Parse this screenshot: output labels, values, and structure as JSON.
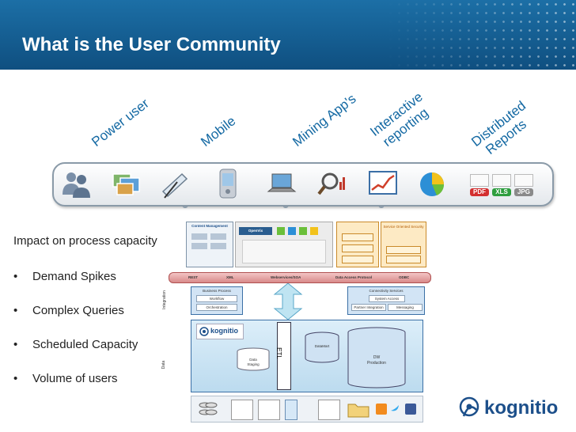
{
  "slide": {
    "title": "What is the User Community",
    "categories": {
      "power_user": "Power user",
      "mobile": "Mobile",
      "mining_apps": "Mining App's",
      "interactive_1": "Interactive",
      "interactive_2": "reporting",
      "distributed_1": "Distributed",
      "distributed_2": "Reports"
    },
    "impact_heading": "Impact on process capacity",
    "bullet": "•",
    "bullets": [
      "Demand Spikes",
      "Complex Queries",
      "Scheduled Capacity",
      "Volume of users"
    ],
    "report_formats": [
      "PDF",
      "XLS",
      "JPG"
    ],
    "colors": {
      "header": "#1a65a0",
      "category_text": "#1469a3",
      "brand": "#1c4f8a"
    },
    "icons": [
      "users-icon",
      "photos-icon",
      "tablet-icon",
      "pda-icon",
      "laptop-icon",
      "magnifier-chart-icon",
      "line-chart-icon",
      "pie-chart-icon",
      "report-files-icon"
    ]
  },
  "diagram": {
    "content_management": "Content Management",
    "openvix": "OpenVix",
    "service_oriented": "Service Oriented Security",
    "side_integration": "Integration",
    "side_data": "Data",
    "integration_bar": [
      "REST",
      "XML",
      "Webservices/SOA",
      "Data Access Protocol",
      "ODBC"
    ],
    "business_process": "Business Process",
    "workflow": "Workflow",
    "orchestration": "Orchestration",
    "connectivity": "Connectivity Services",
    "system_access": "System Access",
    "partner_integration": "Partner Integration",
    "messaging": "Messaging",
    "kognitio": "kognitio",
    "etl": "ETL",
    "data_staging_1": "Data",
    "data_staging_2": "Staging",
    "datamart": "DataMart",
    "dw_1": "DW",
    "dw_2": "Production"
  },
  "logo": {
    "text": "kognitio"
  }
}
